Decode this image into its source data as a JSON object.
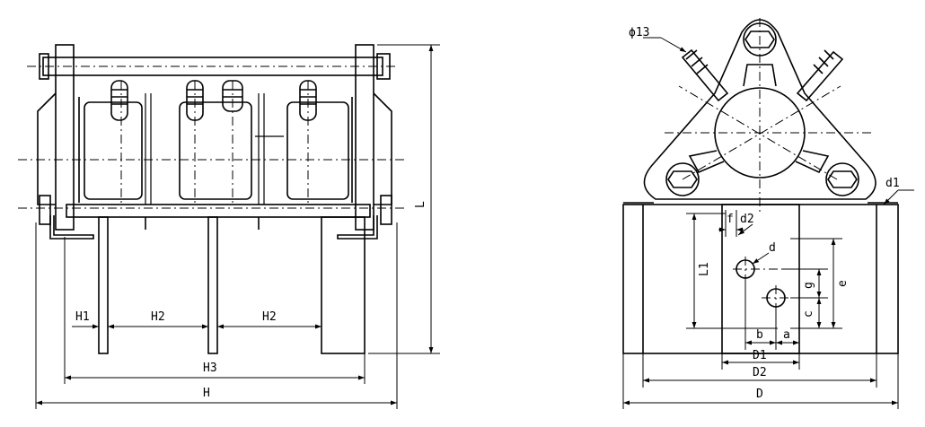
{
  "labels": {
    "H1": "H1",
    "H2a": "H2",
    "H2b": "H2",
    "H3": "H3",
    "H": "H",
    "L": "L",
    "phi13": "ϕ13",
    "d1": "d1",
    "f": "f",
    "d2": "d2",
    "d": "d",
    "L1": "L1",
    "e": "e",
    "g": "g",
    "c": "c",
    "b": "b",
    "a": "a",
    "D1": "D1",
    "D2": "D2",
    "D": "D"
  },
  "colors": {
    "line": "#000000",
    "background": "#ffffff"
  }
}
